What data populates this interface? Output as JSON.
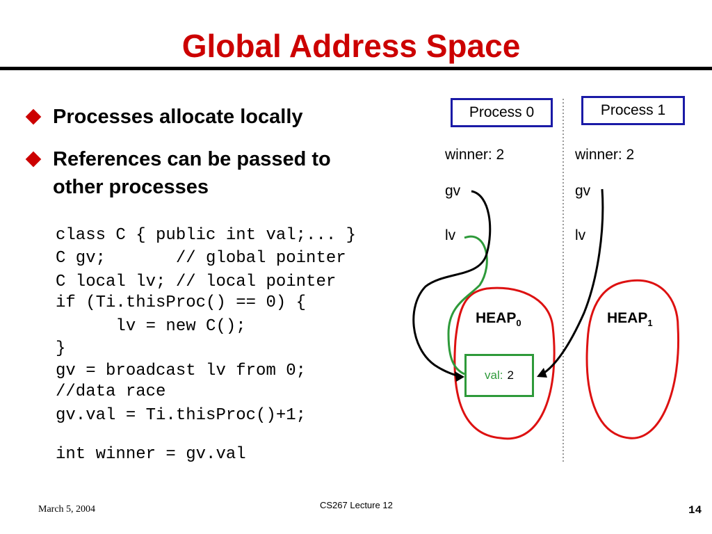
{
  "slide": {
    "title": "Global Address Space",
    "bullets": [
      {
        "lines": [
          "Processes allocate locally"
        ]
      },
      {
        "lines": [
          "References can be passed to",
          "other processes"
        ]
      }
    ],
    "code_lines": [
      "class C { public int val;... }",
      "C gv;       // global pointer",
      "C local lv; // local pointer",
      "if (Ti.thisProc() == 0) {",
      "      lv = new C();",
      "}",
      "gv = broadcast lv from 0;",
      "//data race",
      "gv.val = Ti.thisProc()+1;",
      "int winner = gv.val"
    ]
  },
  "diagram": {
    "processes": [
      {
        "label": "Process 0",
        "winner": "winner: 2",
        "gv": "gv",
        "lv": "lv",
        "heap": "HEAP",
        "heap_sub": "0"
      },
      {
        "label": "Process 1",
        "winner": "winner: 2",
        "gv": "gv",
        "lv": "lv",
        "heap": "HEAP",
        "heap_sub": "1"
      }
    ],
    "object": {
      "key": "val:",
      "value": "2"
    },
    "colors": {
      "heap": "#dd1111",
      "box_border": "#1a1aa6",
      "lv_pointer": "#2e9a3a",
      "gv_pointer": "#000000",
      "title": "#cc0000"
    }
  },
  "footer": {
    "date": "March 5, 2004",
    "course": "CS267 Lecture 12",
    "page": "14"
  }
}
